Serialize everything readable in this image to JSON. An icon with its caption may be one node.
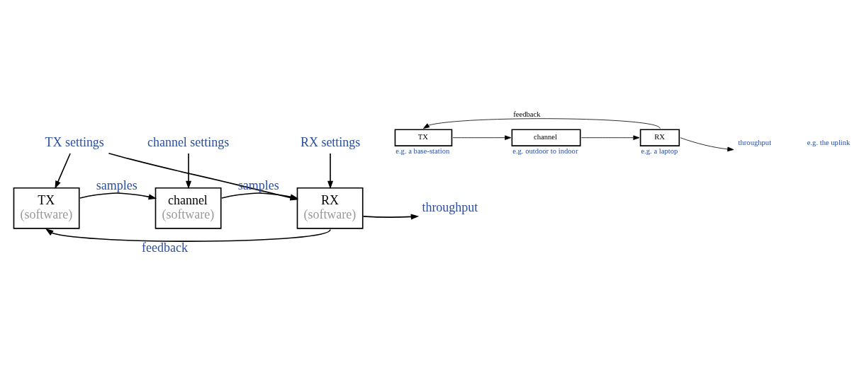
{
  "diagram": {
    "nodes": [
      {
        "text": [
          "TX settings"
        ]
      },
      {
        "text": [
          "channel settings"
        ]
      },
      {
        "text": [
          "RX settings"
        ]
      },
      {
        "text": [
          "TX",
          "(software)"
        ]
      },
      {
        "text": [
          "channel",
          "(software)"
        ]
      },
      {
        "text": [
          "RX",
          "(software)"
        ]
      },
      {
        "text": [
          "throughput"
        ]
      },
      {
        "text": [
          "TX"
        ],
        "beside": [
          "e.g. a base-station"
        ]
      },
      {
        "text": [
          "channel"
        ],
        "beside": [
          "e.g. outdoor to indoor"
        ]
      },
      {
        "text": [
          "RX"
        ],
        "beside": [
          "e.g. a laptop"
        ]
      },
      {
        "text": [
          "throughput"
        ]
      }
    ],
    "edges": [
      {
        "from": 0,
        "to": 3,
        "arrow": "to"
      },
      {
        "from": 0,
        "to": 5,
        "arrow": "to"
      },
      {
        "from": 1,
        "to": 4,
        "arrow": "to"
      },
      {
        "from": 2,
        "to": 5,
        "arrow": "to"
      },
      {
        "from": 3,
        "to": 4,
        "label": "samples",
        "arrow": "to"
      },
      {
        "from": 4,
        "to": 5,
        "label": "samples",
        "arrow": "to"
      },
      {
        "from": 5,
        "to": 6,
        "arrow": "to"
      },
      {
        "from": 5,
        "to": 3,
        "label": "feedback",
        "arrow": "to"
      },
      {
        "from": 7,
        "to": 8,
        "arrow": "to"
      },
      {
        "from": 8,
        "to": 9,
        "arrow": "to"
      },
      {
        "from": 9,
        "to": 10,
        "arrow": "to"
      },
      {
        "from": 9,
        "to": 7,
        "label": "feedback",
        "arrow": "to"
      }
    ],
    "labels": [
      "e.g. the uplink"
    ]
  }
}
